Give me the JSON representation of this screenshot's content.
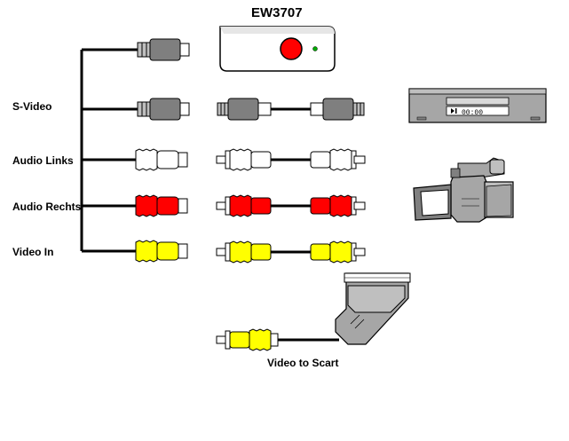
{
  "device": {
    "title": "EW3707"
  },
  "harness": {
    "labels": [
      "S-Video",
      "Audio Links",
      "Audio Rechts",
      "Video In"
    ]
  },
  "scart": {
    "label": "Video to Scart"
  },
  "vcr": {
    "display": "00:00"
  },
  "colors": {
    "svideo": "#7f7f7f",
    "white": "#ffffff",
    "red": "#ff0000",
    "yellow": "#ffff00",
    "led": "#ff0000",
    "status_led": "#00aa00"
  },
  "icons": [
    "device-icon",
    "vcr-icon",
    "camcorder-icon",
    "scart-adapter-icon"
  ]
}
